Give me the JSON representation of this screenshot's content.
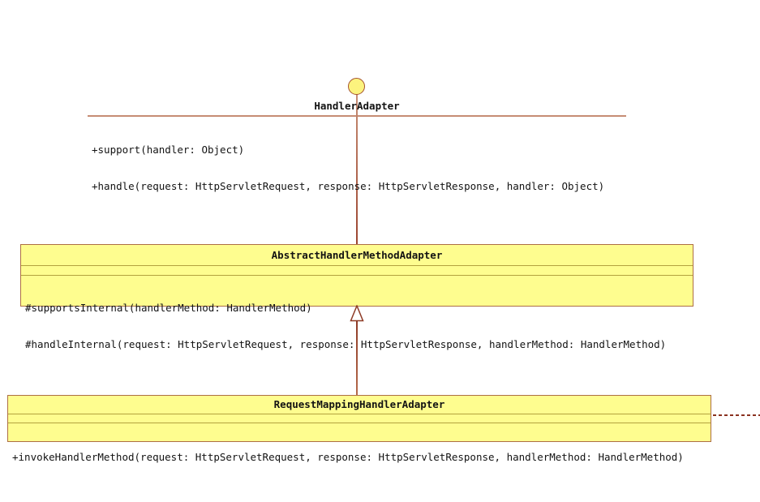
{
  "diagram": {
    "type": "uml-class-diagram",
    "interface": {
      "name": "HandlerAdapter",
      "notation": "lollipop-circle",
      "methods": [
        "+support(handler: Object)",
        "+handle(request: HttpServletRequest, response: HttpServletResponse, handler: Object)"
      ]
    },
    "classes": [
      {
        "name": "AbstractHandlerMethodAdapter",
        "fields": [],
        "methods": [
          "#supportsInternal(handlerMethod: HandlerMethod)",
          "#handleInternal(request: HttpServletRequest, response: HttpServletResponse, handlerMethod: HandlerMethod)"
        ]
      },
      {
        "name": "RequestMappingHandlerAdapter",
        "fields": [],
        "methods": [
          "+invokeHandlerMethod(request: HttpServletRequest, response: HttpServletResponse, handlerMethod: HandlerMethod)"
        ]
      }
    ],
    "relationships": [
      {
        "from": "AbstractHandlerMethodAdapter",
        "to": "HandlerAdapter",
        "type": "realization",
        "style": "solid-line-to-lollipop"
      },
      {
        "from": "RequestMappingHandlerAdapter",
        "to": "AbstractHandlerMethodAdapter",
        "type": "generalization",
        "style": "hollow-triangle"
      },
      {
        "from": "RequestMappingHandlerAdapter",
        "to": "(off-canvas-right)",
        "type": "dependency",
        "style": "dashed-line"
      }
    ],
    "colors": {
      "background": "#FFFFFF",
      "box_fill": "#FEFD8F",
      "circle_fill": "#FCF37E",
      "box_border": "#AD6F44",
      "compartment_separator": "#B3A23F",
      "connector_line": "#A55B3C",
      "triangle_outline": "#8E3B26",
      "interface_underline": "#C68D74",
      "dashed_line": "#8B3120",
      "text": "#131313"
    }
  }
}
